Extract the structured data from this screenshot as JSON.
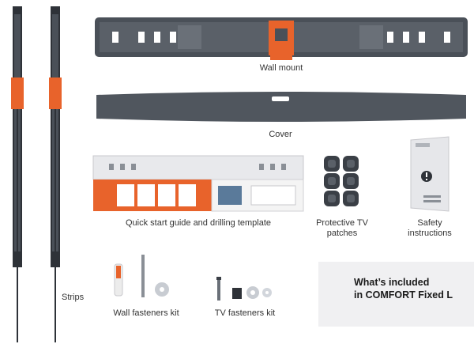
{
  "labels": {
    "wall_mount": "Wall mount",
    "cover": "Cover",
    "quick_start": "Quick start guide and drilling template",
    "protective_line1": "Protective TV",
    "protective_line2": "patches",
    "safety_line1": "Safety",
    "safety_line2": "instructions",
    "strips": "Strips",
    "wall_fasteners": "Wall fasteners kit",
    "tv_fasteners": "TV fasteners kit"
  },
  "panel": {
    "line1": "What’s included",
    "line2": "in COMFORT Fixed L"
  },
  "colors": {
    "accent_orange": "#e8632b",
    "metal_dark": "#4a5058",
    "panel_bg": "#f0f0f2"
  }
}
